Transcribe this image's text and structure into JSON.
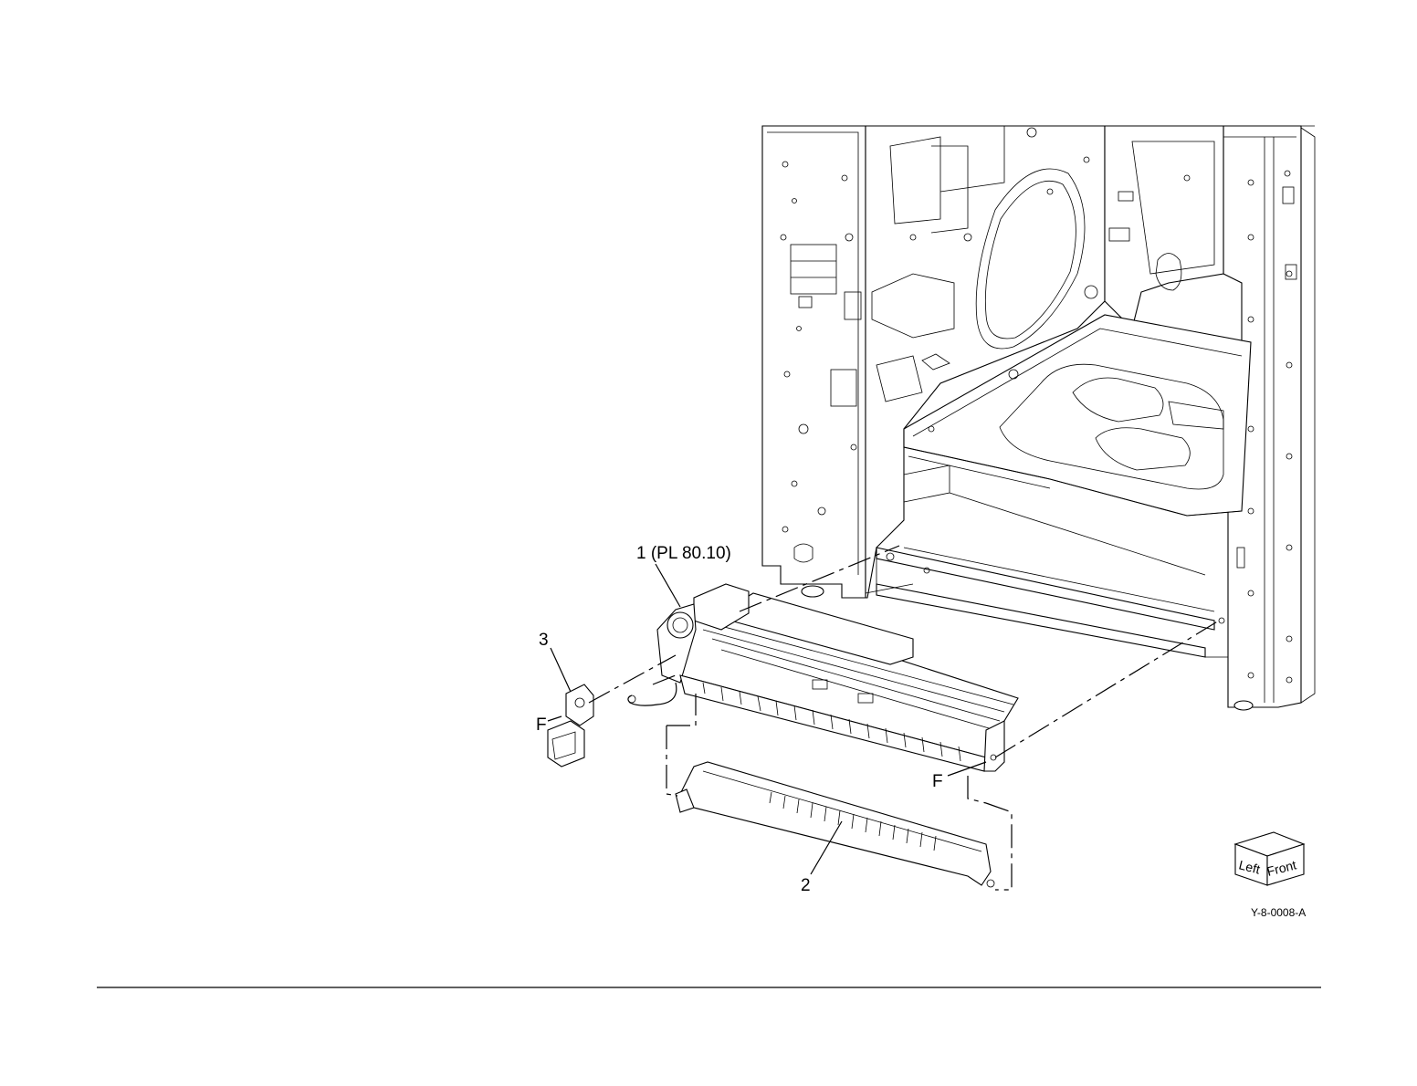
{
  "callouts": {
    "item1": "1 (PL 80.10)",
    "item2": "2",
    "item3": "3",
    "fastener_left": "F",
    "fastener_right": "F"
  },
  "orientation_cube": {
    "left": "Left",
    "front": "Front"
  },
  "figure_id": "Y-8-0008-A"
}
